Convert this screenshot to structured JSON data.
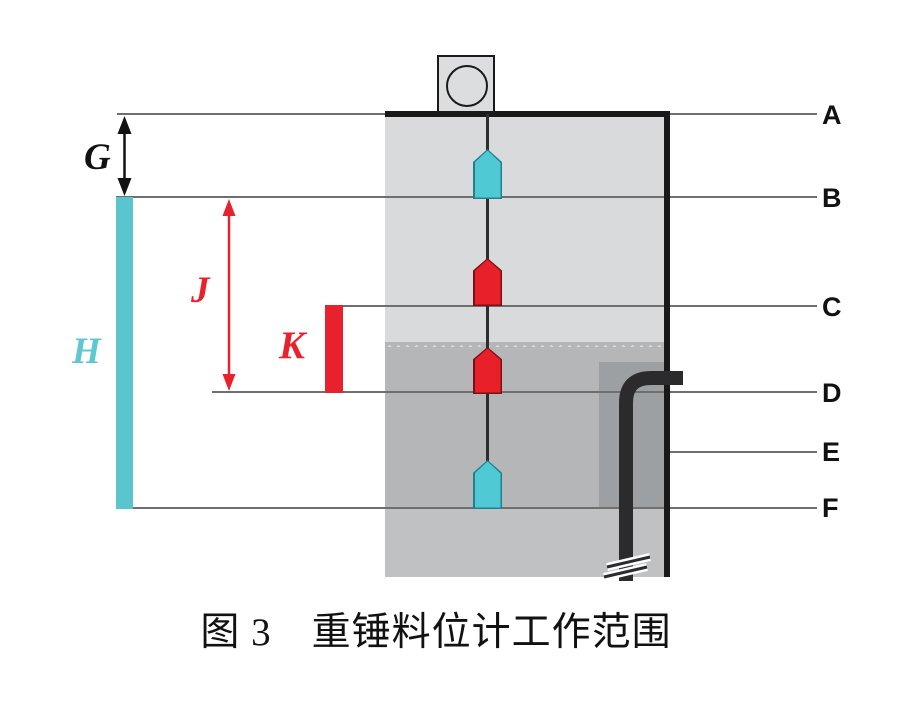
{
  "figure": {
    "caption": "图 3　重锤料位计工作范围",
    "boundary_labels": {
      "A": "A",
      "B": "B",
      "C": "C",
      "D": "D",
      "E": "E",
      "F": "F"
    },
    "dimension_labels": {
      "G": "G",
      "H": "H",
      "J": "J",
      "K": "K"
    }
  },
  "colors": {
    "cyan_accent": "#4fc9d4",
    "red_accent": "#e7202a",
    "vessel_empty_gray": "#d9dadc",
    "material_gray": "#b4b6b7",
    "lower_section_gray": "#bfc1c2",
    "pipe_zone_gray": "#9da0a3",
    "reference_line_gray": "#6f6f6f",
    "wall_black": "#191919"
  }
}
